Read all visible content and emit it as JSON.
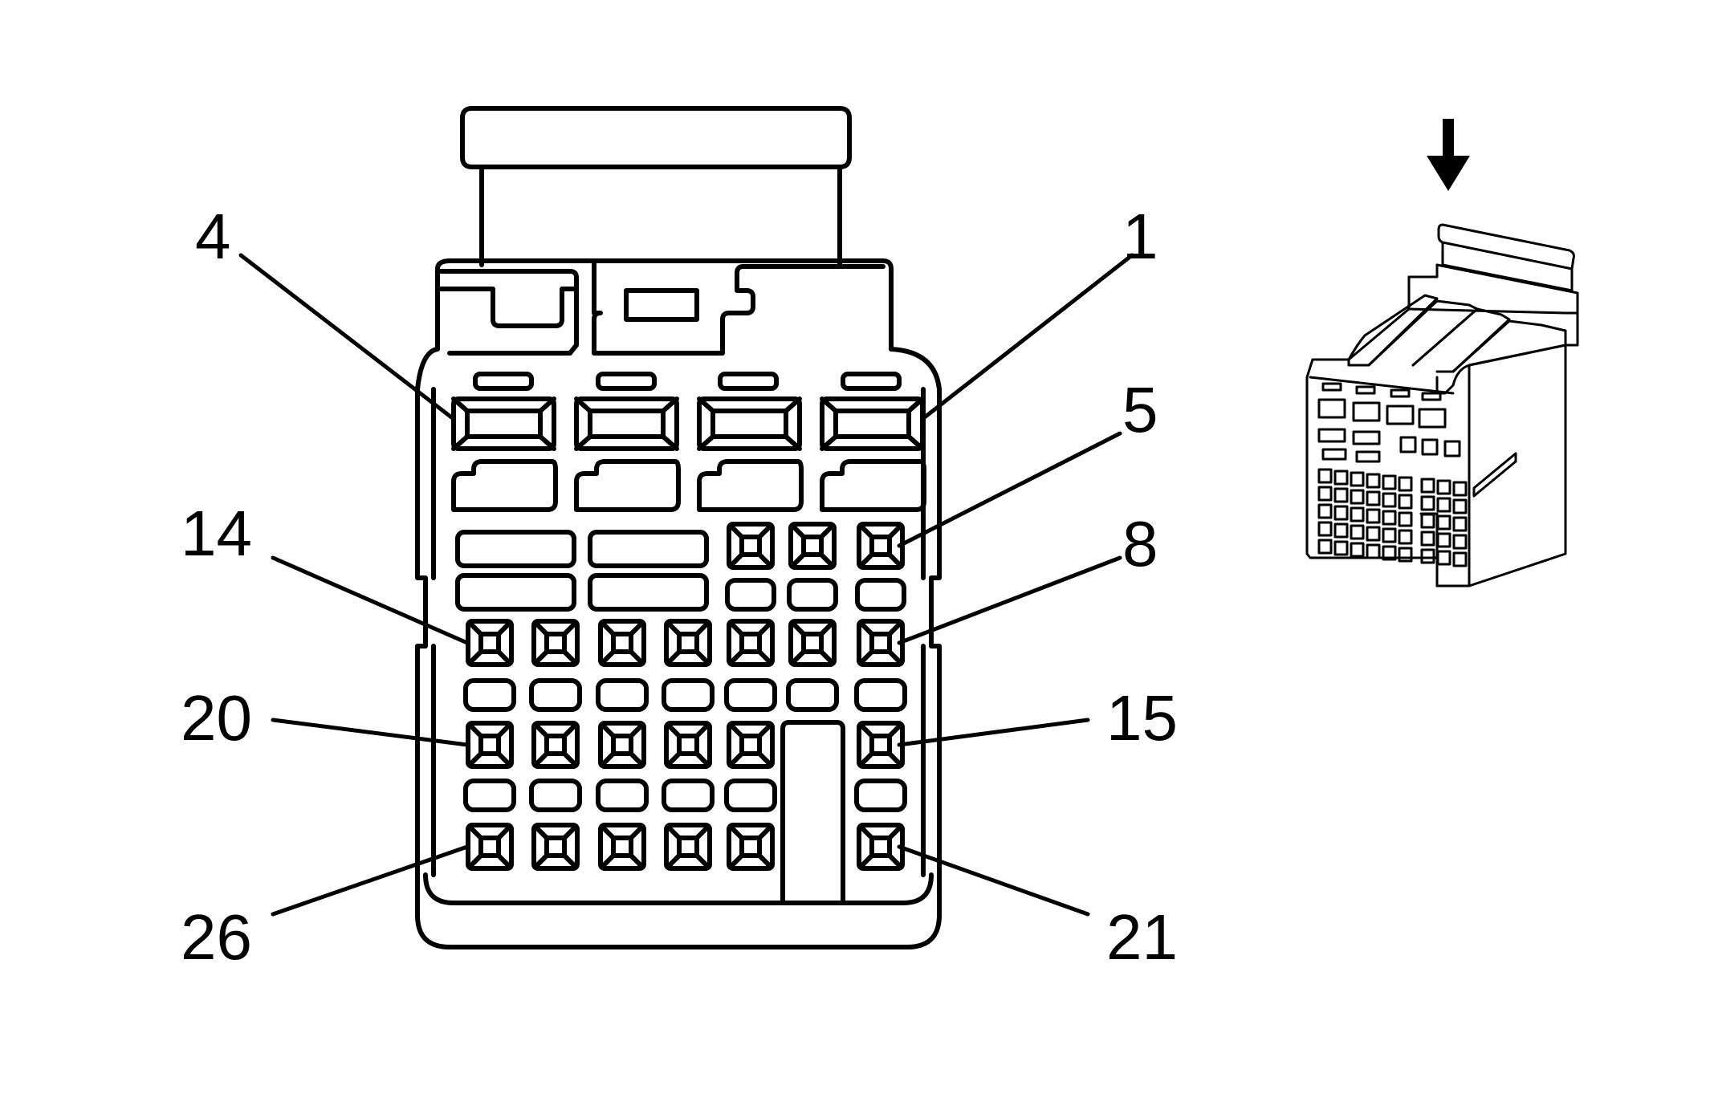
{
  "diagram": {
    "callouts": [
      {
        "id": "pin-4",
        "label": "4"
      },
      {
        "id": "pin-1",
        "label": "1"
      },
      {
        "id": "pin-5",
        "label": "5"
      },
      {
        "id": "pin-14",
        "label": "14"
      },
      {
        "id": "pin-8",
        "label": "8"
      },
      {
        "id": "pin-20",
        "label": "20"
      },
      {
        "id": "pin-15",
        "label": "15"
      },
      {
        "id": "pin-26",
        "label": "26"
      },
      {
        "id": "pin-21",
        "label": "21"
      }
    ],
    "colors": {
      "line": "#000000",
      "background": "#ffffff"
    },
    "icons": [
      "down-arrow-icon",
      "connector-isometric-view"
    ]
  }
}
